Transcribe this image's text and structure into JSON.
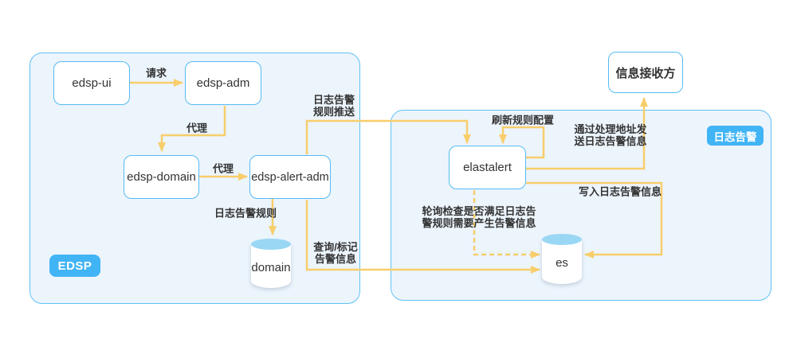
{
  "diagram": {
    "containers": {
      "edsp": {
        "badge": "EDSP"
      },
      "log_alert": {
        "badge": "日志告警"
      }
    },
    "nodes": {
      "edsp_ui": {
        "label": "edsp-ui"
      },
      "edsp_adm": {
        "label": "edsp-adm"
      },
      "edsp_domain": {
        "label": "edsp-domain"
      },
      "edsp_alert_adm": {
        "label": "edsp-alert-adm"
      },
      "elastalert": {
        "label": "elastalert"
      },
      "msg_receiver": {
        "label": "信息接收方"
      },
      "domain_db": {
        "label": "domain"
      },
      "es_db": {
        "label": "es"
      }
    },
    "edge_labels": {
      "request": "请求",
      "proxy1": "代理",
      "proxy2": "代理",
      "log_alert_rule": "日志告警规则",
      "rule_push_line1": "日志告警",
      "rule_push_line2": "规则推送",
      "refresh_rule": "刷新规则配置",
      "send_line1": "通过处理地址发",
      "send_line2": "送日志告警信息",
      "write_alert": "写入日志告警信息",
      "poll_line1": "轮询检查是否满足日志告",
      "poll_line2": "警规则需要产生告警信息",
      "query_line1": "查询/标记",
      "query_line2": "告警信息"
    },
    "colors": {
      "arrow": "#f7ce6b",
      "node_border": "#55bbf3",
      "container_border": "#5fc2f4",
      "container_fill": "#ecf4fc",
      "badge_fill": "#41b4f5",
      "cylinder_top": "#9ad7f5",
      "text": "#333333"
    }
  }
}
